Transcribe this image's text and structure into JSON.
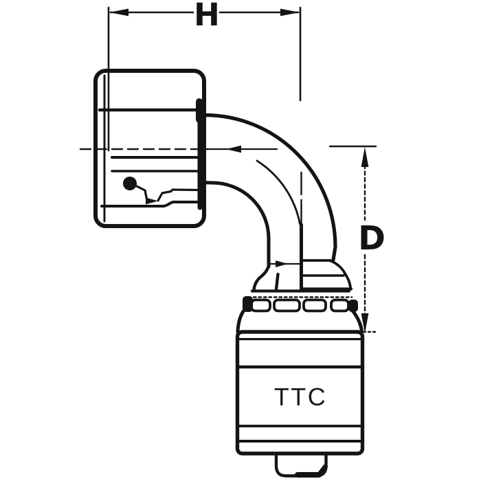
{
  "diagram": {
    "type": "technical-drawing",
    "subject": "90-degree elbow swivel hose fitting, side view",
    "dimension_h": {
      "label": "H",
      "orientation": "horizontal"
    },
    "dimension_d": {
      "label": "D",
      "orientation": "vertical"
    },
    "collar_marking": {
      "label": "TTC"
    },
    "colors": {
      "ink": "#141414",
      "paper": "#ffffff"
    }
  }
}
